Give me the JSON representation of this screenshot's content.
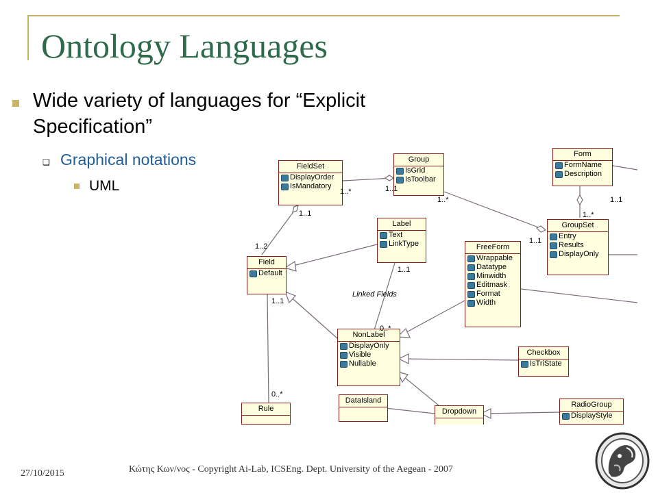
{
  "slide": {
    "title": "Ontology Languages",
    "bullet1": "Wide variety of languages for “Explicit Specification”",
    "bullet2": "Graphical notations",
    "bullet3": "UML",
    "footer_date": "27/10/2015",
    "footer_copyright": "Κώτης Κων/νος - Copyright Ai-Lab, ICSEng. Dept. University of the Aegean -  2007",
    "accent_color": "#c9b46a",
    "title_color": "#2e6b4c",
    "sub_color": "#1f5c99"
  },
  "diagram": {
    "classes": {
      "fieldset": {
        "name": "FieldSet",
        "attrs": [
          "DisplayOrder",
          "IsMandatory"
        ]
      },
      "group": {
        "name": "Group",
        "attrs": [
          "IsGrid",
          "IsToolbar"
        ]
      },
      "form": {
        "name": "Form",
        "attrs": [
          "FormName",
          "Description"
        ]
      },
      "label": {
        "name": "Label",
        "attrs": [
          "Text",
          "LinkType"
        ]
      },
      "groupset": {
        "name": "GroupSet",
        "attrs": [
          "Entry",
          "Results",
          "DisplayOnly"
        ]
      },
      "field": {
        "name": "Field",
        "attrs": [
          "Default"
        ]
      },
      "freeform": {
        "name": "FreeForm",
        "attrs": [
          "Wrappable",
          "Datatype",
          "Minwidth",
          "Editmask",
          "Format",
          "Width"
        ]
      },
      "nonlabel": {
        "name": "NonLabel",
        "attrs": [
          "DisplayOnly",
          "Visible",
          "Nullable"
        ]
      },
      "checkbox": {
        "name": "Checkbox",
        "attrs": [
          "IsTriState"
        ]
      },
      "dataisland": {
        "name": "DataIsland",
        "attrs": []
      },
      "dropdown": {
        "name": "Dropdown",
        "attrs": []
      },
      "radiogroup": {
        "name": "RadioGroup",
        "attrs": [
          "DisplayStyle"
        ]
      },
      "rule": {
        "name": "Rule",
        "attrs": []
      }
    },
    "multiplicities": {
      "fs_group_left": "1..*",
      "fs_group_right": "1..1",
      "group_gs": "1..*",
      "gs_group": "1..1",
      "form_right": "1..1",
      "form_gs": "1..*",
      "fs_field_top": "1..1",
      "fs_field_bottom": "1..2",
      "field_down": "1..1",
      "label_down": "1..1",
      "nonlabel_top": "0..*",
      "rule_top": "0..*"
    },
    "linked_fields": "Linked Fields"
  }
}
